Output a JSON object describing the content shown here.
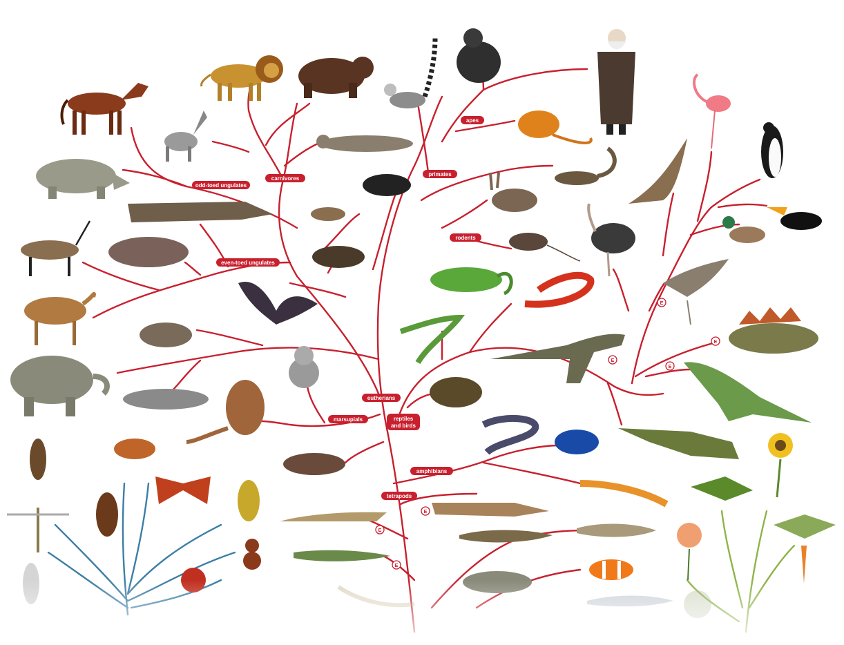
{
  "colors": {
    "tree": "#c8202e",
    "insect": "#3d7ea6",
    "plant": "#8fb34a"
  },
  "labels": {
    "odd_toed_ungulates": "odd-toed ungulates",
    "carnivores": "carnivores",
    "primates": "primates",
    "apes": "apes",
    "rodents": "rodents",
    "even_toed_ungulates": "even-toed ungulates",
    "eutherians": "eutherians",
    "marsupials": "marsupials",
    "reptiles_and_birds_line1": "reptiles",
    "reptiles_and_birds_line2": "and birds",
    "amphibians": "amphibians",
    "tetrapods": "tetrapods"
  },
  "extinction_marker": "E",
  "organisms": [
    "horse",
    "lion",
    "brown-bear",
    "ring-tailed-lemur",
    "chimpanzee",
    "charles-darwin",
    "flamingo",
    "penguin",
    "wolf",
    "seal",
    "golden-lion-tamarin",
    "rhinoceros",
    "mole",
    "squirrel",
    "rabbit",
    "eagle",
    "toucan",
    "sperm-whale",
    "shrew",
    "rat",
    "ostrich",
    "duck",
    "oryx",
    "hippopotamus",
    "hedgehog",
    "iguana",
    "coral-snake",
    "archaeopteryx",
    "camel",
    "bat",
    "lizard",
    "aardvark",
    "tyrannosaurus",
    "stegosaurus",
    "elephant",
    "koala",
    "manatee",
    "tortoise",
    "iguanodon",
    "kangaroo",
    "worm-lizard",
    "poison-dart-frog",
    "crocodile",
    "cricket",
    "fruit-fly",
    "butterfly",
    "wasp",
    "dragonfly",
    "cockroach",
    "ant",
    "ladybug",
    "silverfish",
    "platypus",
    "salamander",
    "sunflower",
    "cannabis",
    "fern",
    "carrot",
    "rose",
    "lungfish",
    "tiktaalik",
    "trout",
    "pike-fish",
    "clownfish",
    "coelacanth",
    "scorpion",
    "shark",
    "moss"
  ]
}
